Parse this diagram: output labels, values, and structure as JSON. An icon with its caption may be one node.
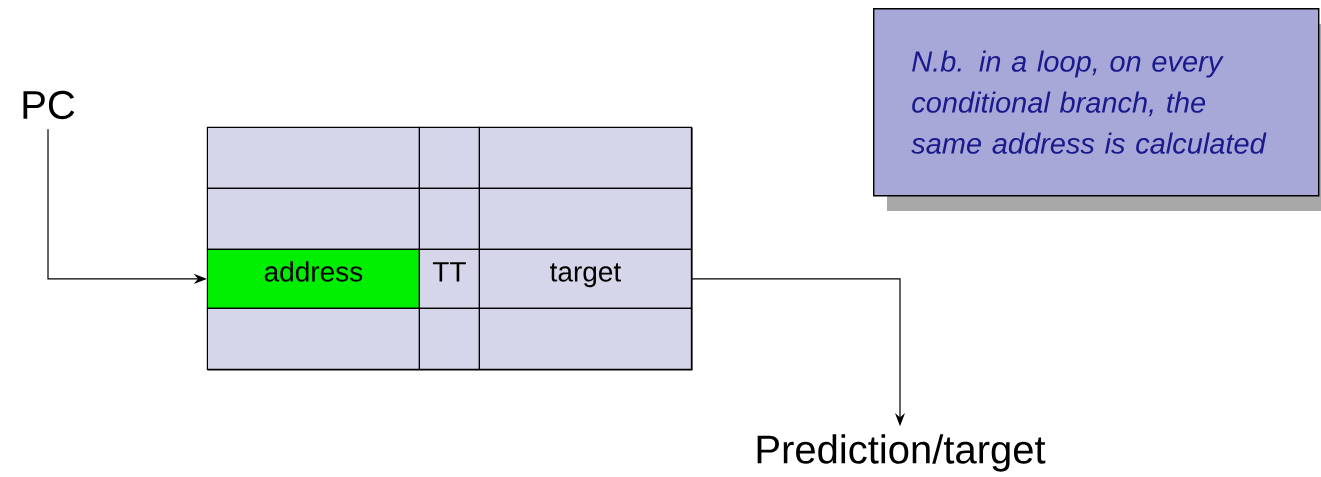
{
  "diagram": {
    "nodes": [
      {
        "text": [
          "PC"
        ]
      },
      {
        "text": [],
        "shape": "box"
      },
      {
        "text": [],
        "shape": "box",
        "in": 1
      },
      {
        "text": [],
        "shape": "box",
        "in": 1
      },
      {
        "text": [],
        "shape": "box",
        "in": 1
      },
      {
        "text": [],
        "shape": "box",
        "in": 1
      },
      {
        "text": [],
        "shape": "box",
        "in": 1
      },
      {
        "text": [],
        "shape": "box",
        "in": 1
      },
      {
        "text": [
          "address"
        ],
        "in": 1
      },
      {
        "text": [
          "TT"
        ],
        "in": 1
      },
      {
        "text": [
          "target"
        ],
        "in": 1
      },
      {
        "text": [],
        "shape": "box",
        "in": 1
      },
      {
        "text": [],
        "shape": "box",
        "in": 1
      },
      {
        "text": [],
        "shape": "box",
        "in": 1
      },
      {
        "text": [
          "Prediction/target"
        ]
      },
      {
        "text": [
          "N.b. in a loop, on every conditional branch, the same address is calculated"
        ]
      }
    ],
    "edges": [
      {
        "from": 0,
        "to": 8,
        "arrow": "to"
      },
      {
        "from": 10,
        "to": 14,
        "arrow": "to"
      }
    ]
  }
}
